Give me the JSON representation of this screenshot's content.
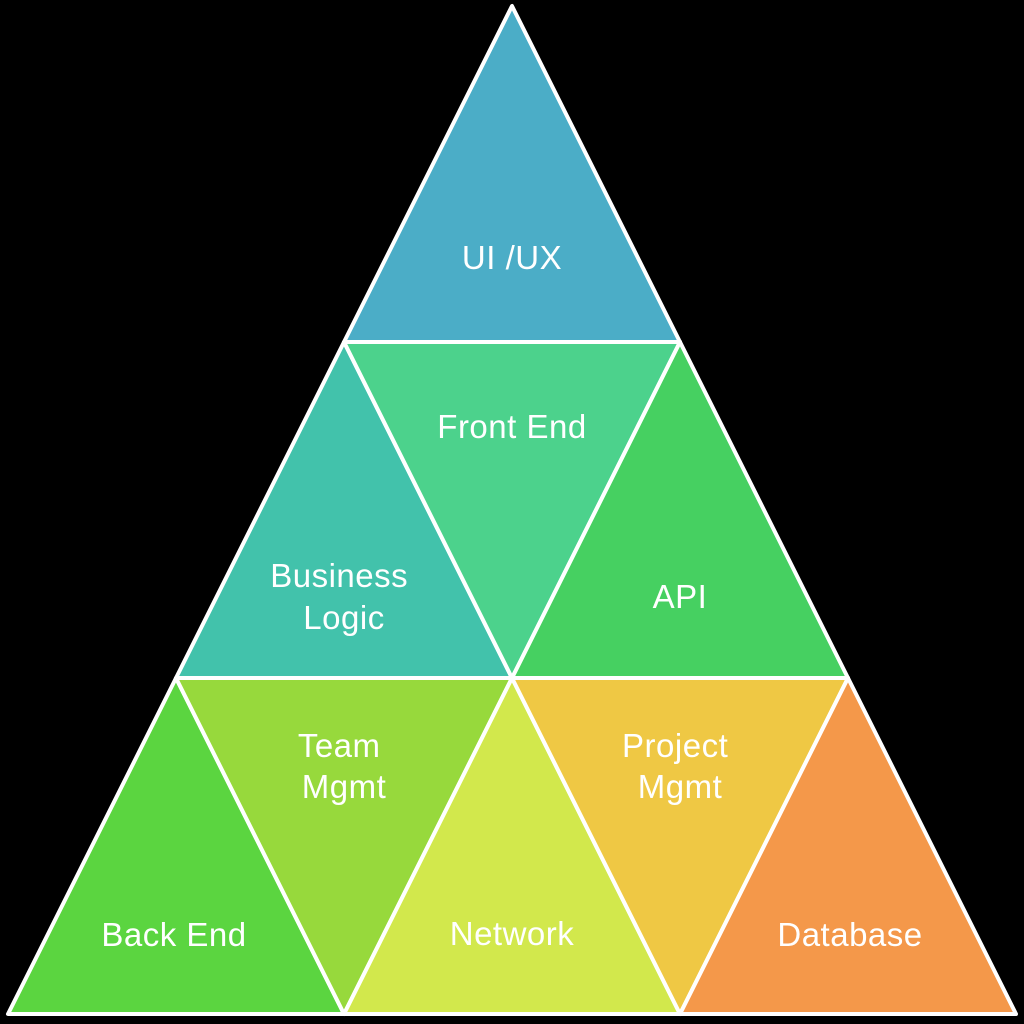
{
  "canvas": {
    "background": "#000000",
    "outline_color": "#ffffff",
    "text_color": "#ffffff"
  },
  "diagram": {
    "type": "segmented-pyramid",
    "levels": 3,
    "cells": [
      {
        "name": "ui-ux",
        "level": 1,
        "orientation": "up",
        "color": "#4BADC7",
        "lines": [
          "UI /UX"
        ]
      },
      {
        "name": "business-logic",
        "level": 2,
        "orientation": "up",
        "color": "#42C2AB",
        "lines": [
          "Business",
          "Logic"
        ]
      },
      {
        "name": "front-end",
        "level": 2,
        "orientation": "down",
        "color": "#4CD28C",
        "lines": [
          "Front End"
        ]
      },
      {
        "name": "api",
        "level": 2,
        "orientation": "up",
        "color": "#46D061",
        "lines": [
          "API"
        ]
      },
      {
        "name": "back-end",
        "level": 3,
        "orientation": "up",
        "color": "#5BD540",
        "lines": [
          "Back End"
        ]
      },
      {
        "name": "team-mgmt",
        "level": 3,
        "orientation": "down",
        "color": "#97D93C",
        "lines": [
          "Team",
          "Mgmt"
        ]
      },
      {
        "name": "network",
        "level": 3,
        "orientation": "up",
        "color": "#D2E84C",
        "lines": [
          "Network"
        ]
      },
      {
        "name": "project-mgmt",
        "level": 3,
        "orientation": "down",
        "color": "#EFC844",
        "lines": [
          "Project",
          "Mgmt"
        ]
      },
      {
        "name": "database",
        "level": 3,
        "orientation": "up",
        "color": "#F4984A",
        "lines": [
          "Database"
        ]
      }
    ]
  }
}
